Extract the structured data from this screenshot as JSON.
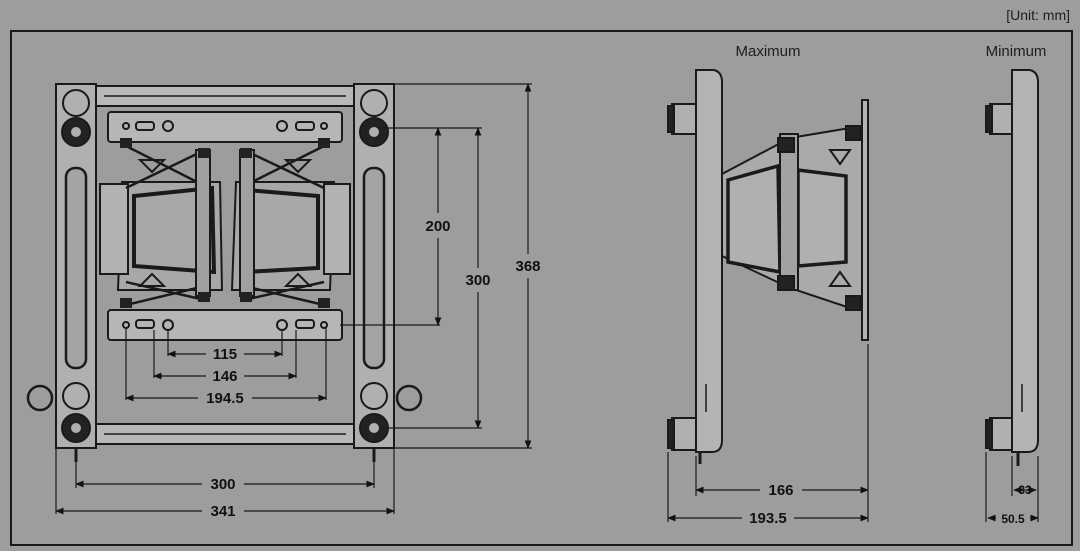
{
  "header": {
    "unit_label": "[Unit: mm]"
  },
  "views": {
    "maximum_label": "Maximum",
    "minimum_label": "Minimum"
  },
  "dimensions": {
    "height_200": "200",
    "height_300": "300",
    "height_368": "368",
    "width_115": "115",
    "width_146": "146",
    "width_194_5": "194.5",
    "width_300": "300",
    "width_341": "341",
    "depth_max_166": "166",
    "depth_max_193_5": "193.5",
    "depth_min_33": "33",
    "depth_min_50_5": "50.5"
  },
  "colors": {
    "background": "#9d9d9d",
    "line": "#1a1a1a",
    "plate": "#b4b4b4"
  }
}
